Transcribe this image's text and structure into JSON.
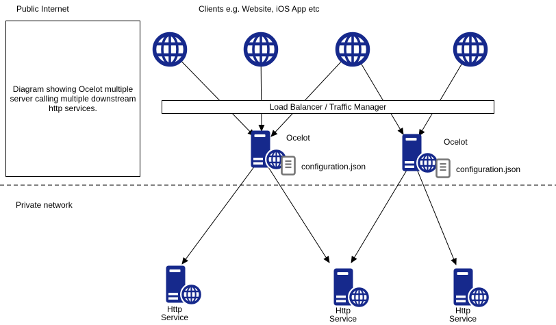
{
  "diagram": {
    "note_text": "Diagram showing Ocelot multiple server calling multiple downstream http services.",
    "zones": {
      "public_label": "Public Internet",
      "private_label": "Private network"
    },
    "clients_caption": "Clients e.g. Website, iOS App etc",
    "load_balancer_label": "Load Balancer / Traffic Manager",
    "clients": [
      {
        "id": "client-1",
        "icon": "globe-icon"
      },
      {
        "id": "client-2",
        "icon": "globe-icon"
      },
      {
        "id": "client-3",
        "icon": "globe-icon"
      },
      {
        "id": "client-4",
        "icon": "globe-icon"
      }
    ],
    "gateways": [
      {
        "id": "ocelot-1",
        "label": "Ocelot",
        "config_file": "configuration.json",
        "icon": "server-globe-icon",
        "config_icon": "document-icon"
      },
      {
        "id": "ocelot-2",
        "label": "Ocelot",
        "config_file": "configuration.json",
        "icon": "server-globe-icon",
        "config_icon": "document-icon"
      }
    ],
    "services": [
      {
        "id": "http-service-1",
        "label": "Http Service",
        "icon": "server-globe-icon"
      },
      {
        "id": "http-service-2",
        "label": "Http Service",
        "icon": "server-globe-icon"
      },
      {
        "id": "http-service-3",
        "label": "Http Service",
        "icon": "server-globe-icon"
      }
    ],
    "edges": [
      {
        "from": "client-1",
        "to": "ocelot-1"
      },
      {
        "from": "client-2",
        "to": "ocelot-1"
      },
      {
        "from": "client-3",
        "to": "ocelot-1"
      },
      {
        "from": "client-3",
        "to": "ocelot-2"
      },
      {
        "from": "client-4",
        "to": "ocelot-2"
      },
      {
        "from": "ocelot-1",
        "to": "http-service-1"
      },
      {
        "from": "ocelot-1",
        "to": "http-service-2"
      },
      {
        "from": "ocelot-2",
        "to": "http-service-2"
      },
      {
        "from": "ocelot-2",
        "to": "http-service-3"
      }
    ],
    "colors": {
      "node_blue": "#16298c",
      "document_gray": "#757575",
      "connector_black": "#000000",
      "background": "#ffffff"
    }
  }
}
